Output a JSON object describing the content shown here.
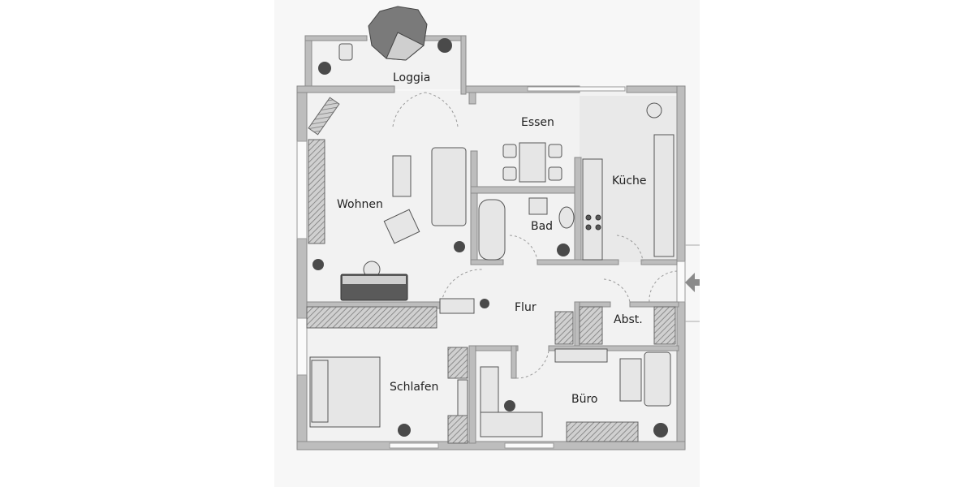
{
  "plan": {
    "rooms": [
      {
        "id": "loggia",
        "label": "Loggia"
      },
      {
        "id": "essen",
        "label": "Essen"
      },
      {
        "id": "wohnen",
        "label": "Wohnen"
      },
      {
        "id": "kueche",
        "label": "Küche"
      },
      {
        "id": "bad",
        "label": "Bad"
      },
      {
        "id": "flur",
        "label": "Flur"
      },
      {
        "id": "abst",
        "label": "Abst."
      },
      {
        "id": "schlafen",
        "label": "Schlafen"
      },
      {
        "id": "buero",
        "label": "Büro"
      }
    ],
    "entrance_icon": "arrow-left-icon",
    "colors": {
      "wall": "#bdbdbd",
      "background": "#f7f7f7",
      "furniture": "#e6e6e6",
      "dark": "#5a5a5a"
    }
  }
}
